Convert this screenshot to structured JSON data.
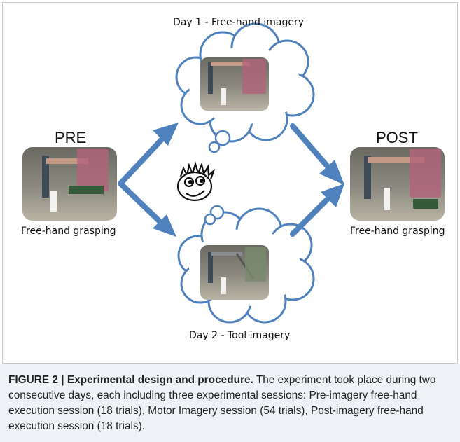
{
  "diagram": {
    "day1_label": "Day 1 - Free-hand imagery",
    "day2_label": "Day 2 - Tool imagery",
    "pre_label": "PRE",
    "post_label": "POST",
    "pre_caption": "Free-hand grasping",
    "post_caption": "Free-hand grasping",
    "arrow_color": "#4f81bd",
    "cloud_color": "#4f81bd"
  },
  "caption": {
    "heading": "FIGURE 2 | Experimental design and procedure.",
    "body": " The experiment took place during two consecutive days, each including three experimental sessions: Pre-imagery free-hand execution session (18 trials), Motor Imagery session (54 trials), Post-imagery free-hand execution session (18 trials)."
  }
}
